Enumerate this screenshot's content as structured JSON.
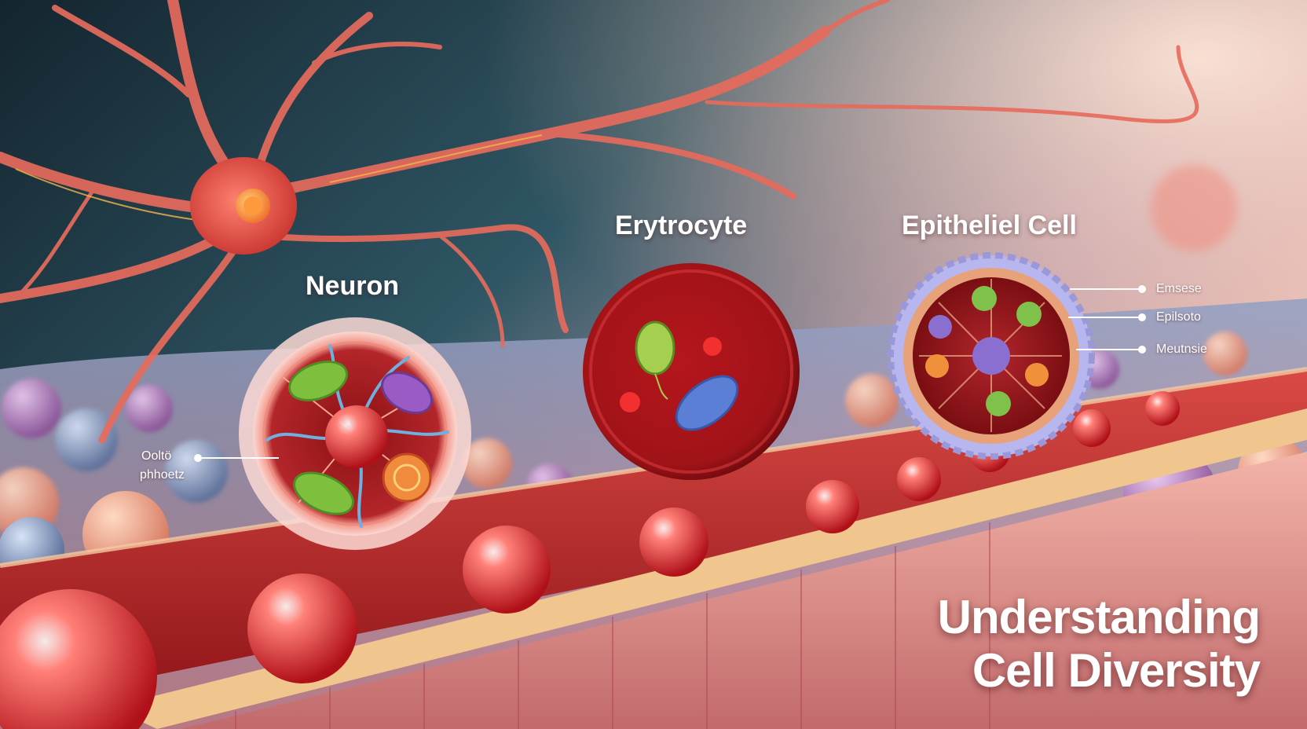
{
  "labels": {
    "neuron": "Neuron",
    "erythrocyte": "Erytrocyte",
    "epithelial": "Epitheliel Cell"
  },
  "callouts": {
    "left_line1": "Ooltö",
    "left_line2": "phhoetz",
    "right": [
      "Emsese",
      "Epilsoto",
      "Meutnsie"
    ]
  },
  "title": {
    "line1": "Understanding",
    "line2": "Cell Diversity"
  },
  "colors": {
    "background_dark": "#1d3340",
    "background_glow": "#f4c7b8",
    "neuron": "#e05a4e",
    "blood_cell": "#c8161c",
    "epithelial_ring": "#e8a27a",
    "epithelial_membrane": "#b8b6ee"
  }
}
